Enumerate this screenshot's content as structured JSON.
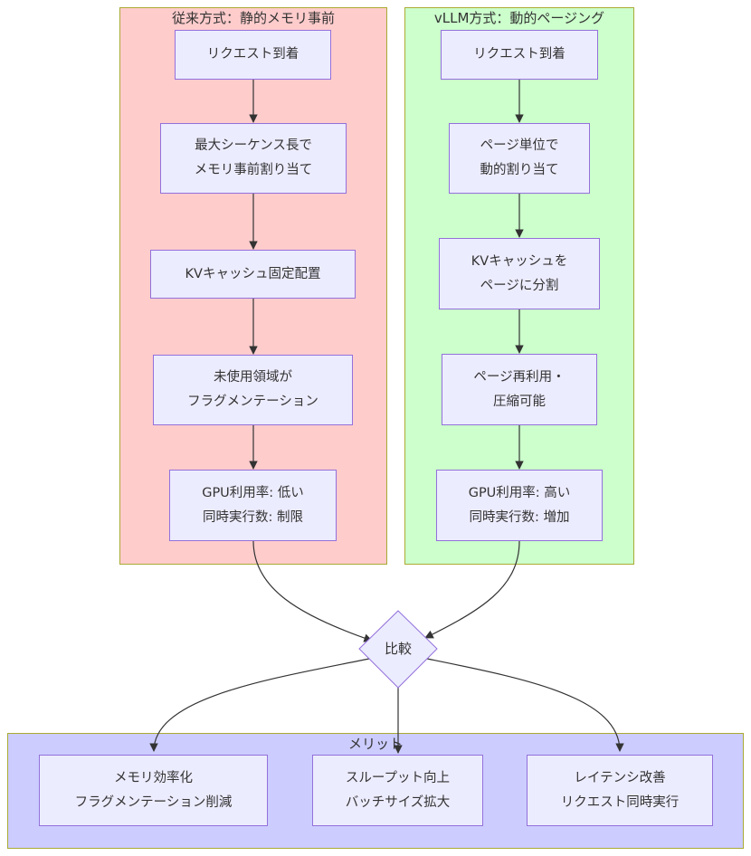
{
  "subgraphs": {
    "traditional": "従来方式：静的メモリ事前",
    "vllm": "vLLM方式：動的ページング",
    "merit": "メリット"
  },
  "traditional_nodes": [
    {
      "lines": [
        "リクエスト到着"
      ]
    },
    {
      "lines": [
        "最大シーケンス長で",
        "メモリ事前割り当て"
      ]
    },
    {
      "lines": [
        "KVキャッシュ固定配置"
      ]
    },
    {
      "lines": [
        "未使用領域が",
        "フラグメンテーション"
      ]
    },
    {
      "lines": [
        "GPU利用率: 低い",
        "同時実行数: 制限"
      ]
    }
  ],
  "vllm_nodes": [
    {
      "lines": [
        "リクエスト到着"
      ]
    },
    {
      "lines": [
        "ページ単位で",
        "動的割り当て"
      ]
    },
    {
      "lines": [
        "KVキャッシュを",
        "ページに分割"
      ]
    },
    {
      "lines": [
        "ページ再利用・",
        "圧縮可能"
      ]
    },
    {
      "lines": [
        "GPU利用率: 高い",
        "同時実行数: 増加"
      ]
    }
  ],
  "decision": "比較",
  "merit_nodes": [
    {
      "lines": [
        "メモリ効率化",
        "フラグメンテーション削減"
      ]
    },
    {
      "lines": [
        "スループット向上",
        "バッチサイズ拡大"
      ]
    },
    {
      "lines": [
        "レイテンシ改善",
        "リクエスト同時実行"
      ]
    }
  ],
  "colors": {
    "node_fill": "#ececff",
    "node_stroke": "#9370db",
    "traditional_bg": "#ffcccc",
    "vllm_bg": "#ccffcc",
    "merit_bg": "#ccccff",
    "subgraph_stroke": "#aaaa33",
    "edge": "#333333"
  }
}
